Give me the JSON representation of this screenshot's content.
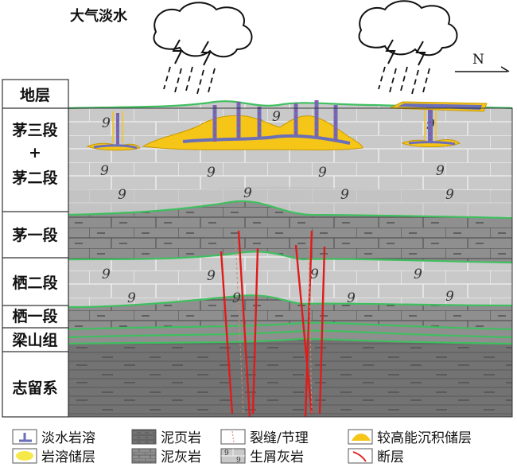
{
  "caption": "大气淡水",
  "north_label": "N",
  "strata": [
    {
      "id": "mao3",
      "label": "茅三段"
    },
    {
      "id": "plus",
      "label": "+"
    },
    {
      "id": "mao2",
      "label": "茅二段"
    },
    {
      "id": "mao1",
      "label": "茅一段"
    },
    {
      "id": "qi2",
      "label": "栖二段"
    },
    {
      "id": "qi1",
      "label": "栖一段"
    },
    {
      "id": "liangshan",
      "label": "梁山组"
    },
    {
      "id": "silurian",
      "label": "志留系"
    }
  ],
  "strata_header": "地层",
  "legend": [
    {
      "id": "freshwater-karst",
      "label": "淡水岩溶"
    },
    {
      "id": "mud-shale",
      "label": "泥页岩"
    },
    {
      "id": "fracture",
      "label": "裂缝/节理"
    },
    {
      "id": "high-energy",
      "label": "较高能沉积储层"
    },
    {
      "id": "karst-reservoir",
      "label": "岩溶储层"
    },
    {
      "id": "marl",
      "label": "泥灰岩"
    },
    {
      "id": "bioclastic",
      "label": "生屑灰岩"
    },
    {
      "id": "fault",
      "label": "断层"
    }
  ],
  "colors": {
    "limestone": "#c9c9c9",
    "limestone_alt": "#bdbdbd",
    "marl": "#8f8f8f",
    "shale": "#737373",
    "boundary": "#3fbf5f",
    "reservoir_yellow": "#f5c518",
    "karst_blue": "#6b6fb8",
    "karst_purple": "#9a4fa0",
    "fault_red": "#e01b1b"
  },
  "fossil_symbol": "9"
}
